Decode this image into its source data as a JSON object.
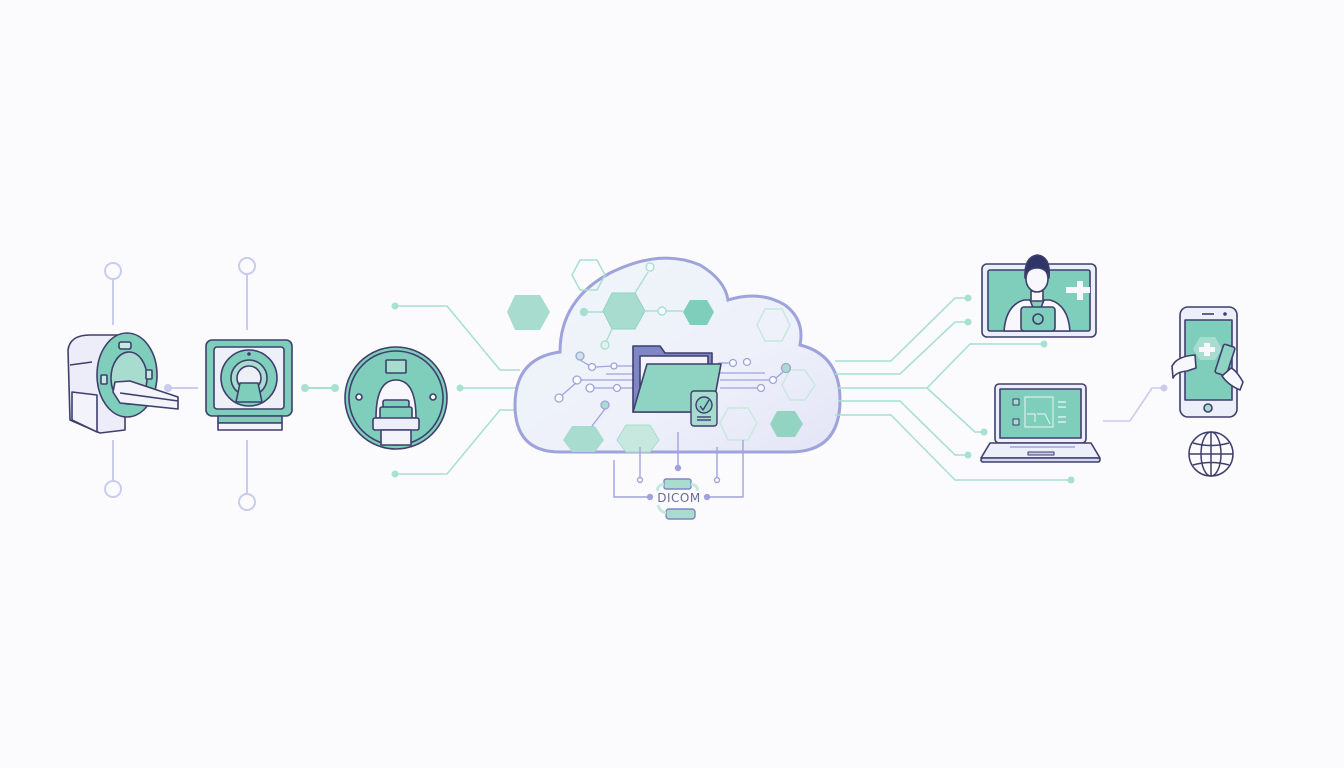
{
  "diagram": {
    "title": "",
    "theme_colors": {
      "teal": "#7fcdbb",
      "teal_dark": "#5fb8a6",
      "outline": "#3f3f6e",
      "lavender": "#9fa3dc",
      "lavender_light": "#c9cbef",
      "background": "#fbfbfd"
    },
    "sources": [
      {
        "id": "ct-scanner",
        "icon": "ct-scanner-icon"
      },
      {
        "id": "mri-machine",
        "icon": "mri-machine-icon"
      },
      {
        "id": "pet-scanner",
        "icon": "pet-scanner-icon"
      }
    ],
    "hub": {
      "id": "cloud-storage",
      "icon": "cloud-icon",
      "inner_icons": [
        "folder-icon",
        "storage-drive-icon",
        "hexagon-network-icon"
      ],
      "protocol_label": "DICOM"
    },
    "destinations": [
      {
        "id": "telemedicine-doctor",
        "icon": "doctor-video-call-icon"
      },
      {
        "id": "laptop-viewer",
        "icon": "laptop-icon"
      },
      {
        "id": "mobile-health-app",
        "icon": "smartphone-icon"
      },
      {
        "id": "internet",
        "icon": "globe-icon"
      }
    ]
  }
}
